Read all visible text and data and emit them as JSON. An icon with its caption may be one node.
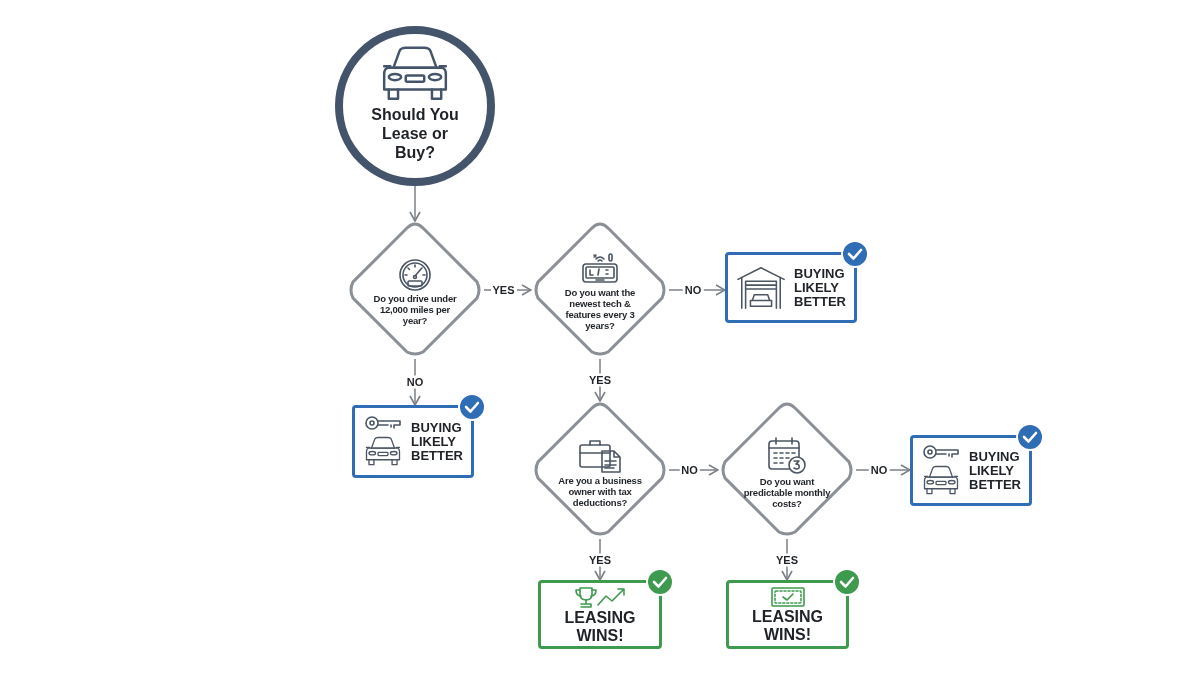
{
  "diagram": {
    "nodes": [
      {
        "text": [
          "Should You Lease or Buy?"
        ]
      },
      {
        "text": [
          "Do you drive under 12,000 miles per year?"
        ]
      },
      {
        "text": [
          "Do you want the newest tech & features every 3 years?"
        ]
      },
      {
        "text": [
          "BUYING LIKELY BETTER"
        ]
      },
      {
        "text": [
          "BUYING LIKELY BETTER"
        ]
      },
      {
        "text": [
          "Are you a business owner with tax deductions?"
        ]
      },
      {
        "text": [
          "Do you want predictable monthly costs?"
        ]
      },
      {
        "text": [
          "BUYING LIKELY BETTER"
        ]
      },
      {
        "text": [
          "LEASING WINS!"
        ]
      },
      {
        "text": [
          "LEASING WINS!"
        ]
      }
    ],
    "edges": [
      {
        "from": 0,
        "to": 1,
        "arrow": "to"
      },
      {
        "from": 1,
        "to": 2,
        "arrow": "to",
        "label": "YES"
      },
      {
        "from": 2,
        "to": 3,
        "arrow": "to",
        "label": "NO"
      },
      {
        "from": 1,
        "to": 4,
        "arrow": "to",
        "label": "NO"
      },
      {
        "from": 2,
        "to": 5,
        "arrow": "to",
        "label": "YES"
      },
      {
        "from": 5,
        "to": 6,
        "arrow": "to",
        "label": "NO"
      },
      {
        "from": 6,
        "to": 7,
        "arrow": "to",
        "label": "NO"
      },
      {
        "from": 5,
        "to": 8,
        "arrow": "to",
        "label": "YES"
      },
      {
        "from": 6,
        "to": 9,
        "arrow": "to",
        "label": "YES"
      }
    ]
  }
}
